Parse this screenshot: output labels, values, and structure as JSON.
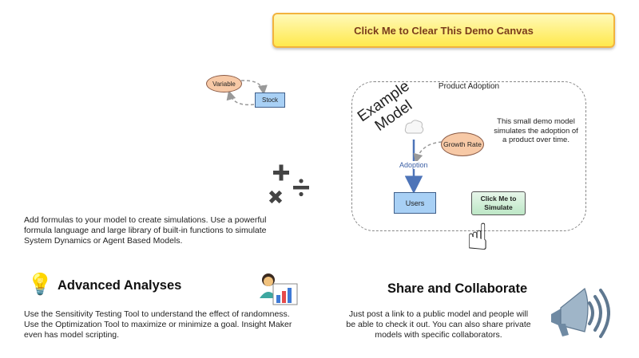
{
  "clear_button": {
    "label": "Click Me to Clear This Demo Canvas"
  },
  "mini_model": {
    "variable_label": "Variable",
    "stock_label": "Stock"
  },
  "demo_model": {
    "group_title": "Product Adoption",
    "watermark_line1": "Example",
    "watermark_line2": "Model",
    "flow_label": "Adoption",
    "stock_label": "Users",
    "variable_label": "Growth Rate",
    "description": "This small demo model simulates the adoption of a product over time.",
    "simulate_button": "Click Me to Simulate"
  },
  "formulas": {
    "text": "Add formulas to your model to create simulations. Use a powerful formula language and large library of built-in functions to simulate System Dynamics or Agent Based Models."
  },
  "analyses": {
    "heading": "Advanced Analyses",
    "text": "Use the Sensitivity Testing Tool to understand the effect of randomness. Use the Optimization Tool to maximize or minimize a goal. Insight Maker even has model scripting."
  },
  "share": {
    "heading": "Share and Collaborate",
    "text": "Just post a link to a public model and people will be able to check it out. You can also share private models with specific collaborators."
  },
  "icons": {
    "math": "math-operators-icon",
    "bulb": "light-bulb-icon",
    "analyst": "analyst-chart-icon",
    "pointer": "pointing-hand-icon",
    "speaker": "loudspeaker-icon"
  }
}
